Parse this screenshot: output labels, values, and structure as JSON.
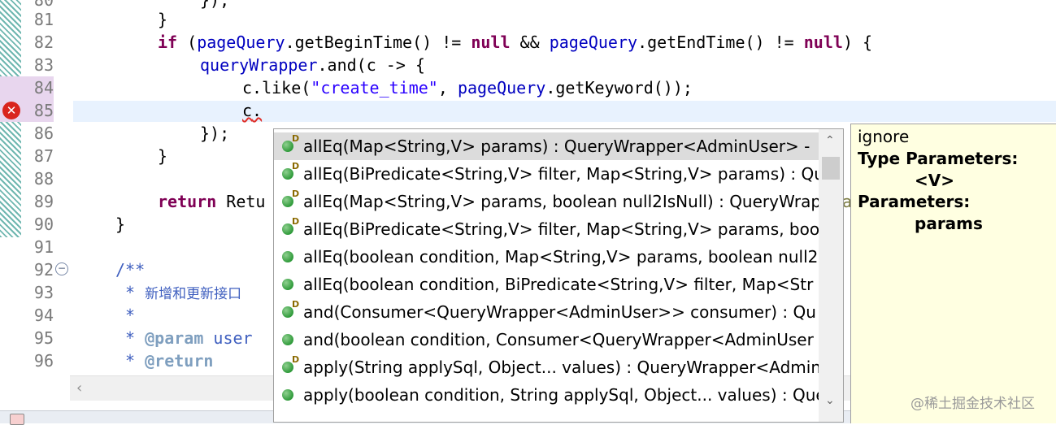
{
  "gutter": {
    "line_numbers": [
      "80",
      "81",
      "82",
      "83",
      "84",
      "85",
      "86",
      "87",
      "88",
      "89",
      "90",
      "91",
      "92",
      "93",
      "94",
      "95",
      "96"
    ]
  },
  "code": {
    "l80": "});",
    "l81": "}",
    "l82": {
      "kw1": "if",
      "p1": " (",
      "f1": "pageQuery",
      "p2": ".getBeginTime() != ",
      "kw2": "null",
      "p3": " && ",
      "f2": "pageQuery",
      "p4": ".getEndTime() != ",
      "kw3": "null",
      "p5": ") {"
    },
    "l83": {
      "f": "queryWrapper",
      "rest": ".and(c -> {"
    },
    "l84": {
      "a": "c.like(",
      "s": "\"create_time\"",
      "b": ", ",
      "f": "pageQuery",
      "c": ".getKeyword());"
    },
    "l85": {
      "c": "c",
      "dot": "."
    },
    "l86": "});",
    "l87": "}",
    "l89": {
      "kw": "return",
      "rest": " Retu"
    },
    "l90": "}",
    "l92": "/**",
    "l93": {
      "star": " * ",
      "cjk": "新增和更新接口"
    },
    "l94": " *",
    "l95": {
      "star": " * ",
      "tag": "@param",
      "rest": " user"
    },
    "l96": {
      "star": " * ",
      "tag": "@return"
    },
    "l89_tail": "a"
  },
  "autocomplete": {
    "items": [
      "allEq(Map<String,V> params) : QueryWrapper<AdminUser> -",
      "allEq(BiPredicate<String,V> filter, Map<String,V> params) : Qu",
      "allEq(Map<String,V> params, boolean null2IsNull) : QueryWrap",
      "allEq(BiPredicate<String,V> filter, Map<String,V> params, boo",
      "allEq(boolean condition, Map<String,V> params, boolean null2",
      "allEq(boolean condition, BiPredicate<String,V> filter, Map<Str",
      "and(Consumer<QueryWrapper<AdminUser>> consumer) : Qu",
      "and(boolean condition, Consumer<QueryWrapper<AdminUser",
      "apply(String applySql, Object... values) : QueryWrapper<Admin",
      "apply(boolean condition, String applySql, Object... values) : Que"
    ],
    "scroll_up": "⌃",
    "scroll_down": "⌄"
  },
  "doc": {
    "first": "ignore",
    "type_params_label": "Type Parameters:",
    "type_param": "<V>",
    "params_label": "Parameters:",
    "param": "params"
  },
  "watermark": "@稀土掘金技术社区",
  "colors": {
    "keyword": "#7f0055",
    "field": "#0000c0",
    "string": "#2a00ff",
    "comment": "#3f5fbf",
    "error": "#d9251d",
    "doc_bg": "#ffffe1"
  }
}
